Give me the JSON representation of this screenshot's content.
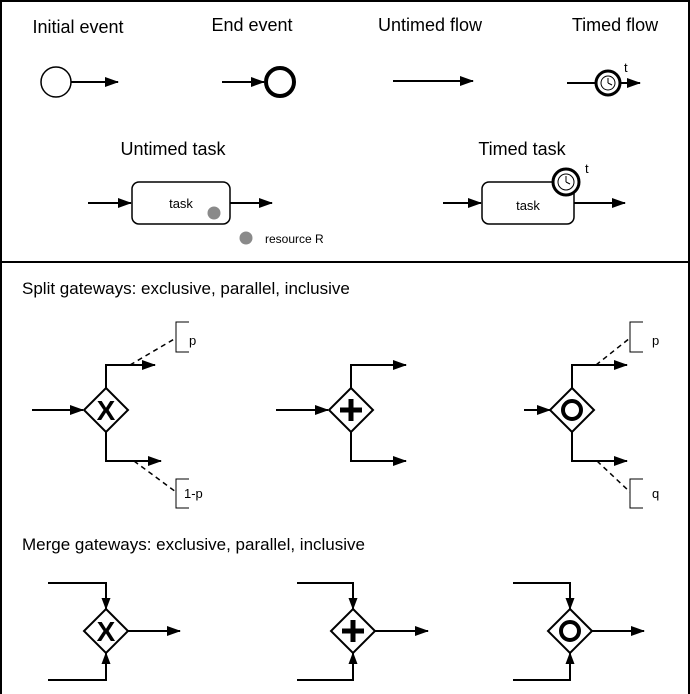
{
  "legend": {
    "initial_event": "Initial event",
    "end_event": "End event",
    "untimed_flow": "Untimed flow",
    "timed_flow": "Timed flow",
    "timed_flow_t": "t",
    "untimed_task": "Untimed task",
    "untimed_task_box": "task",
    "resource": "resource R",
    "timed_task": "Timed task",
    "timed_task_box": "task",
    "timed_task_t": "t"
  },
  "split": {
    "heading": "Split gateways: exclusive, parallel, inclusive",
    "exclusive_top_label": "p",
    "exclusive_bottom_label": "1-p",
    "inclusive_top_label": "p",
    "inclusive_bottom_label": "q"
  },
  "merge": {
    "heading": "Merge gateways: exclusive, parallel, inclusive"
  }
}
